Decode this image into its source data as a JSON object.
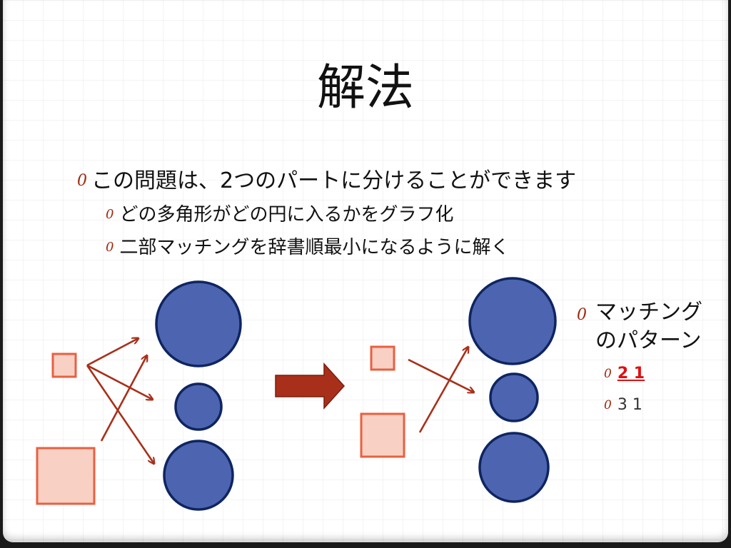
{
  "slide": {
    "title": "解法",
    "bullets": [
      {
        "text": "この問題は、2つのパートに分けることができます"
      },
      {
        "text": "どの多角形がどの円に入るかをグラフ化"
      },
      {
        "text": "二部マッチングを辞書順最小になるように解く"
      }
    ],
    "bullet_mark": "0",
    "patterns": {
      "heading_line1": "マッチング",
      "heading_line2": "のパターン",
      "items": [
        {
          "text": "2 1",
          "highlight": true
        },
        {
          "text": "3 1",
          "highlight": false
        }
      ]
    }
  },
  "colors": {
    "circle_fill": "#4d64b0",
    "circle_stroke": "#0e2560",
    "square_fill": "#f8d0c4",
    "square_stroke": "#e86040",
    "edge": "#a8301a",
    "big_arrow": "#a8301a",
    "bullet_mark": "#9b2a10",
    "highlight": "#e01010"
  }
}
